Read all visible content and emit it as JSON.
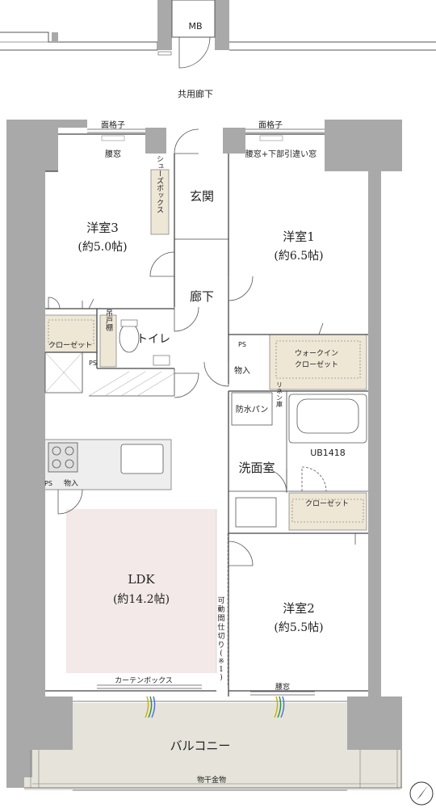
{
  "corridor": {
    "mb": "MB",
    "label": "共用廊下"
  },
  "windows": {
    "left_grille": "面格子",
    "left_window": "腰窓",
    "right_grille": "面格子",
    "right_window": "腰窓+下部引違い窓",
    "curtain_box": "カーテンボックス",
    "ldk_side_window": "腰窓"
  },
  "rooms": {
    "yoshitsu3": {
      "name": "洋室3",
      "size": "(約5.0帖)"
    },
    "yoshitsu1": {
      "name": "洋室1",
      "size": "(約6.5帖)"
    },
    "yoshitsu2": {
      "name": "洋室2",
      "size": "(約5.5帖)"
    },
    "ldk": {
      "name": "LDK",
      "size": "(約14.2帖)"
    },
    "genkan": "玄関",
    "rouka": "廊下",
    "toilet": "トイレ",
    "senmen": "洗面室",
    "balcony": "バルコニー"
  },
  "fixtures": {
    "shoes_box": "シューズボックス",
    "hanging_shelf": "吊戸棚",
    "closet3": "クローゼット",
    "walkin": [
      "ウォークイン",
      "クローゼット"
    ],
    "closet2": "クローゼット",
    "ps_left": "PS",
    "ps_right": "PS",
    "ps_kitchen": "PS",
    "storage_hall": "物入",
    "storage_kitchen": "物入",
    "waterproof_pan": "防水パン",
    "linen": "リネン庫",
    "ub": "UB1418",
    "movable_partition": [
      "可",
      "動",
      "間",
      "仕",
      "切",
      "り",
      "(",
      "※",
      "1",
      ")"
    ],
    "laundry_hardware": "物干金物"
  },
  "colors": {
    "wall": "#a9a9a9",
    "storage_fill": "#efe7d6",
    "balcony_fill": "#e6e4da",
    "ldk_fill": "#f3e9e8",
    "counter_fill": "#eeeeee",
    "line": "#444444"
  }
}
